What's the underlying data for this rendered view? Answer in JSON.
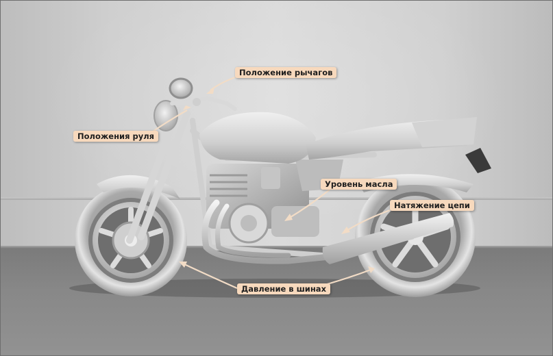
{
  "labels": {
    "levers": "Положение рычагов",
    "handlebar": "Положения руля",
    "oil": "Уровень масла",
    "chain": "Натяжение цепи",
    "tires": "Давление в шинах"
  },
  "colors": {
    "label_bg": "#f7d9bd",
    "arrow": "#f2dcc6",
    "bike": "#d9d9d9"
  }
}
